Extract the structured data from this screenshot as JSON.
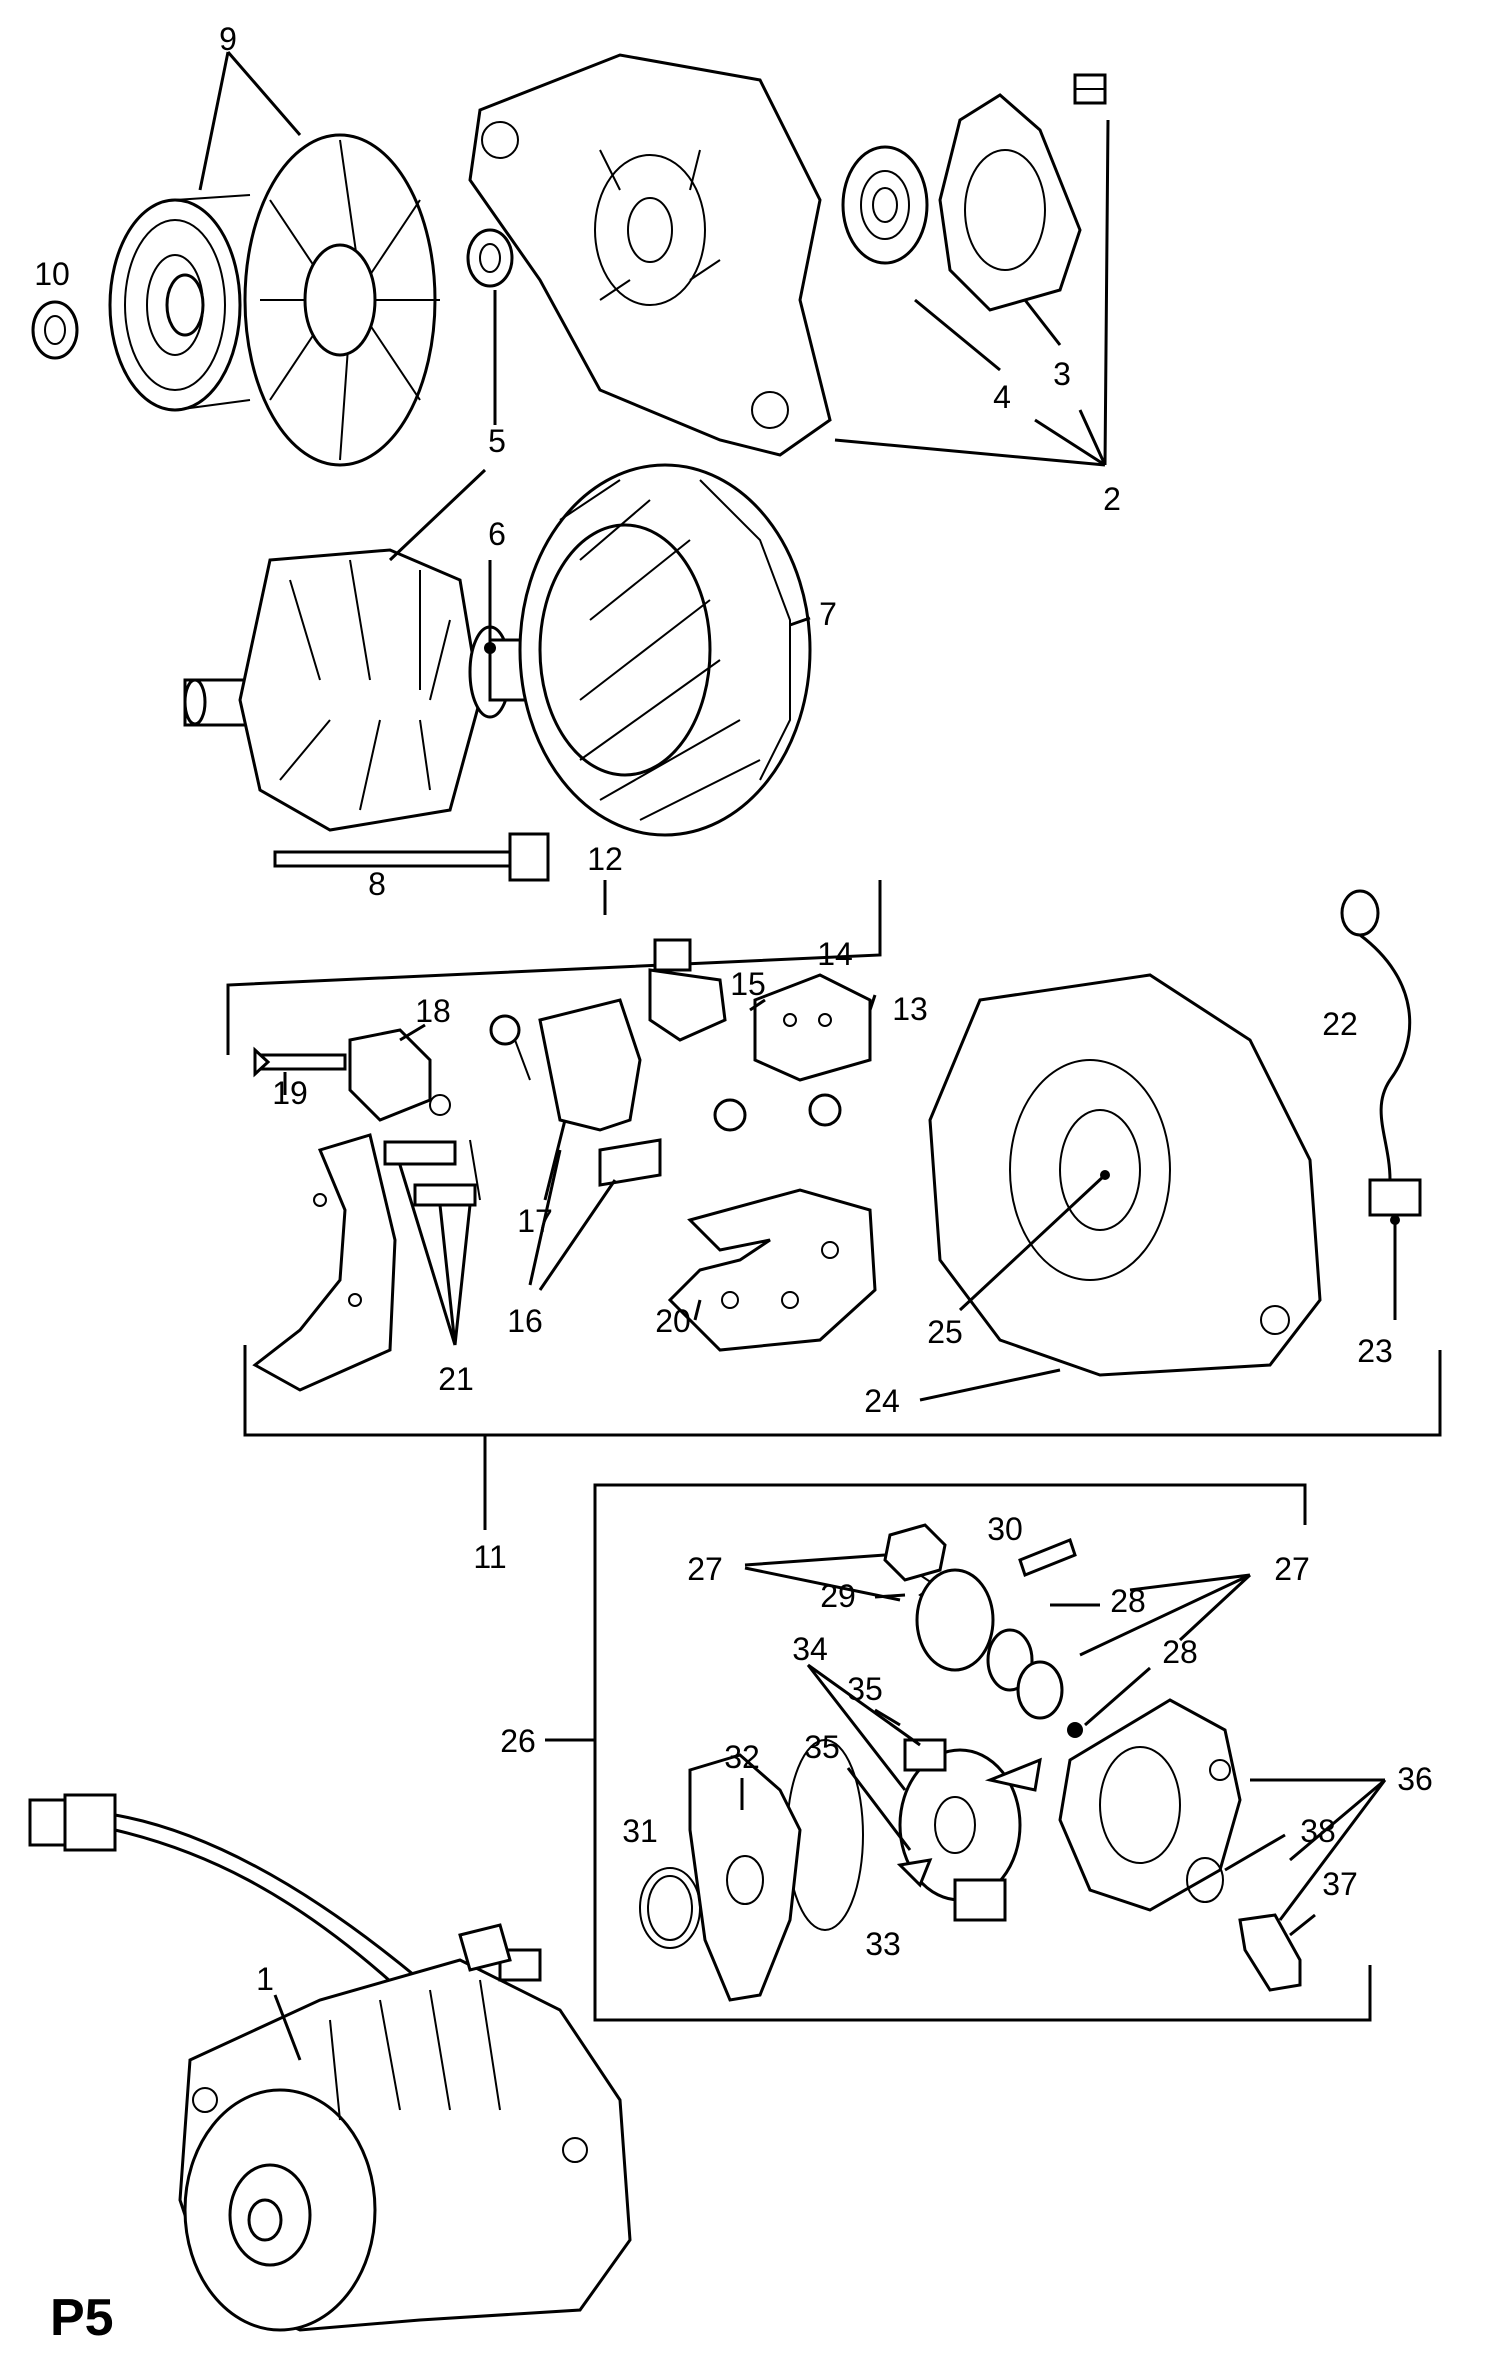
{
  "page_tag": "P5",
  "callouts": {
    "c1": "1",
    "c2": "2",
    "c3": "3",
    "c4": "4",
    "c5": "5",
    "c6": "6",
    "c7": "7",
    "c8": "8",
    "c9": "9",
    "c10": "10",
    "c11": "11",
    "c12": "12",
    "c13": "13",
    "c14": "14",
    "c15": "15",
    "c16": "16",
    "c17": "17",
    "c18": "18",
    "c19": "19",
    "c20": "20",
    "c21": "21",
    "c22": "22",
    "c23": "23",
    "c24": "24",
    "c25": "25",
    "c26": "26",
    "c27": "27",
    "c28": "28",
    "c29": "29",
    "c30": "30",
    "c31": "31",
    "c32": "32",
    "c33": "33",
    "c34": "34",
    "c35": "35",
    "c36": "36",
    "c37": "37",
    "c38": "38"
  }
}
